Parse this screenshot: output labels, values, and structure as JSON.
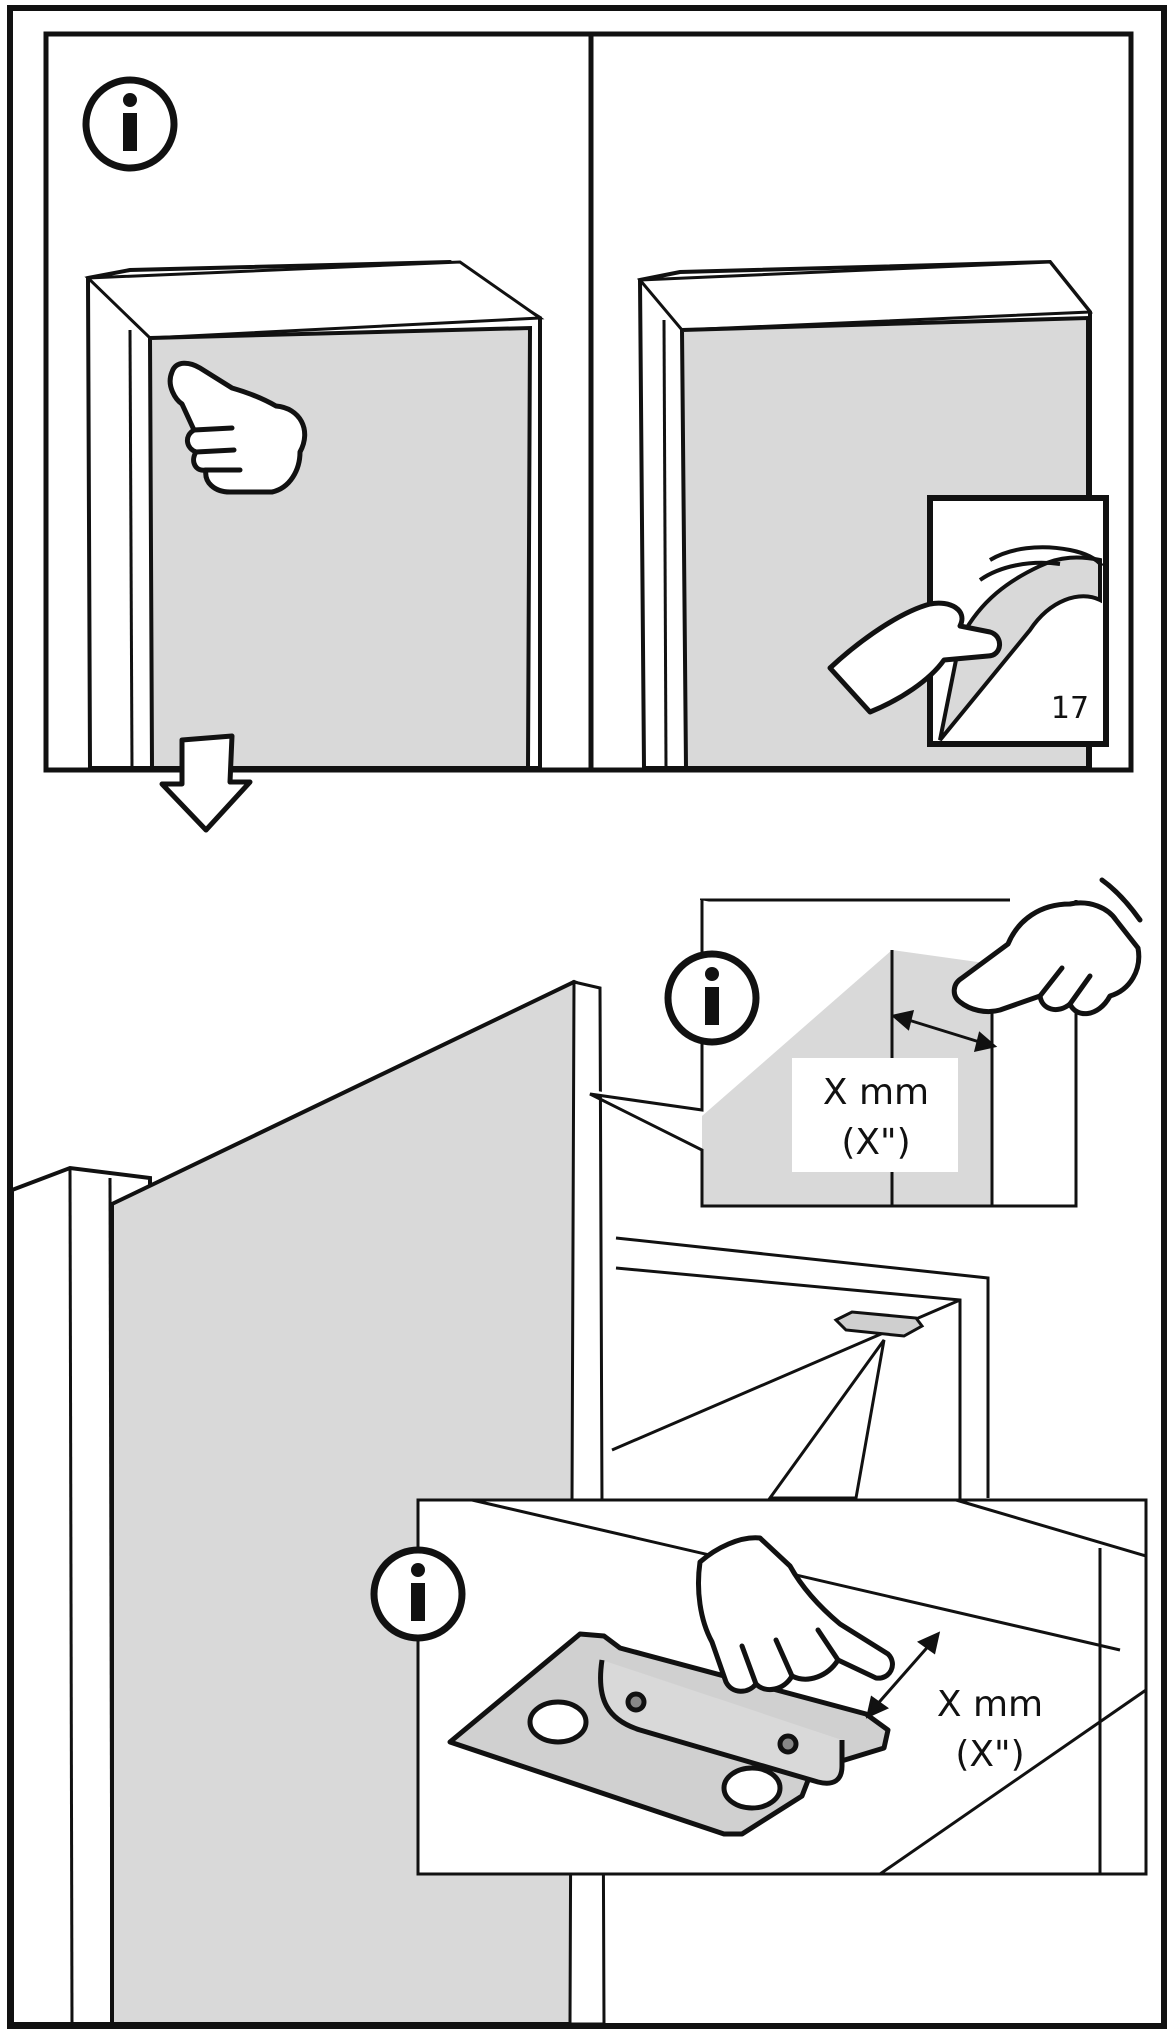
{
  "panels": {
    "top_left": {
      "info_icon_glyph": "i"
    },
    "top_right": {
      "step_ref": "17"
    },
    "detail_door_gap": {
      "info_icon_glyph": "i",
      "dimension_mm": "X mm",
      "dimension_in": "(X\")"
    },
    "detail_bracket": {
      "info_icon_glyph": "i",
      "dimension_mm": "X mm",
      "dimension_in": "(X\")"
    }
  },
  "colors": {
    "panel_fill": "#d9d9d9",
    "line": "#111111",
    "background": "#ffffff"
  },
  "icons": [
    "info-icon",
    "pointing-hand-icon",
    "peeling-film-icon",
    "down-arrow-icon",
    "bracket-icon"
  ]
}
